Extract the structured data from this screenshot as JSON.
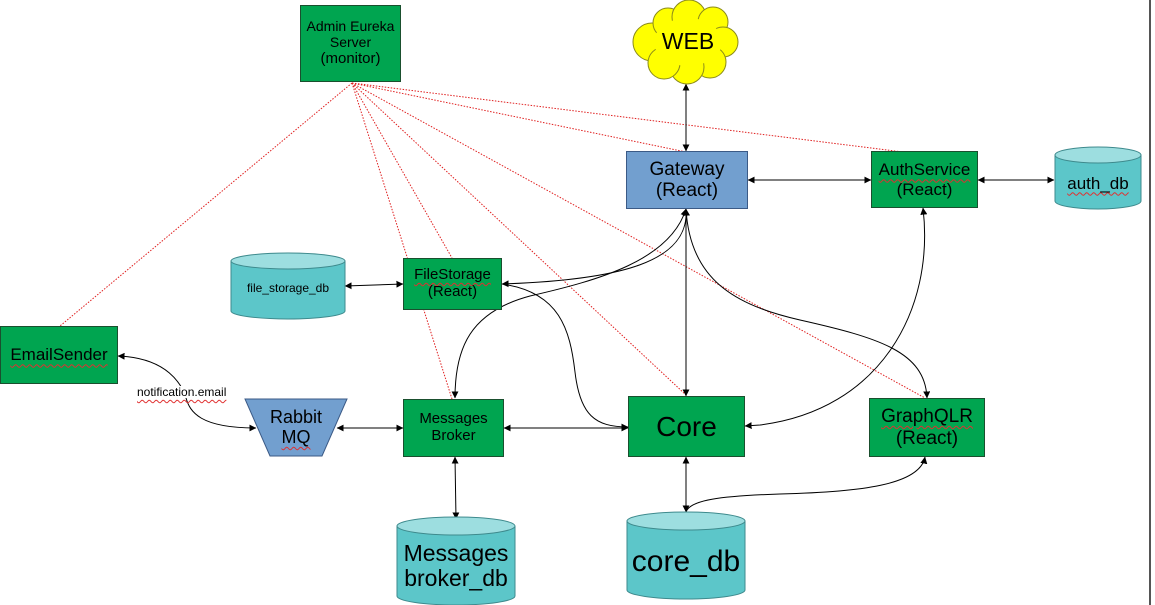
{
  "nodes": {
    "admin": [
      "Admin Eureka",
      "Server",
      "(monitor)"
    ],
    "web": "WEB",
    "gateway": [
      "Gateway",
      "(React)"
    ],
    "auth_service": [
      "AuthService",
      "(React)"
    ],
    "auth_db": "auth_db",
    "file_storage": [
      "FileStorage",
      "(React)"
    ],
    "file_storage_db": "file_storage_db",
    "email_sender": "EmailSender",
    "rabbit_mq": [
      "Rabbit",
      "MQ"
    ],
    "messages_broker": [
      "Messages",
      "Broker"
    ],
    "core": "Core",
    "graphqlr": [
      "GraphQLR",
      "(React)"
    ],
    "messages_broker_db": [
      "Messages",
      "broker_db"
    ],
    "core_db": "core_db"
  },
  "edge_labels": {
    "notification_email": "notification.email"
  },
  "colors": {
    "service_green": "#00a550",
    "gateway_blue": "#729fcf",
    "database_teal": "#5cc6c9",
    "database_top": "#9ddee0",
    "cloud_yellow": "#ffff00",
    "monitor_line": "#e02020",
    "arrow": "#000000"
  }
}
